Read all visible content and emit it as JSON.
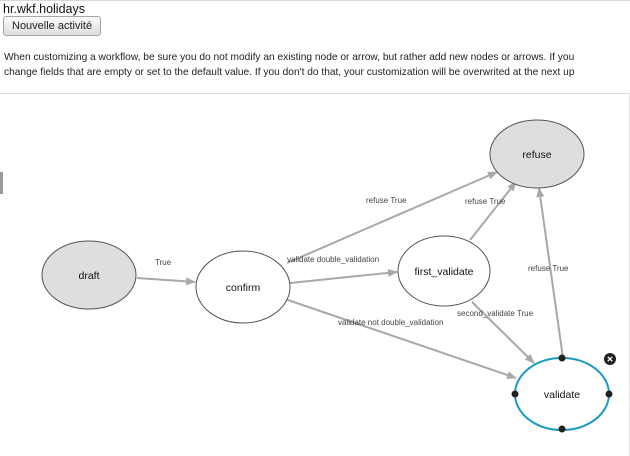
{
  "workflow": {
    "title": "hr.wkf.holidays",
    "new_activity_label": "Nouvelle activité"
  },
  "help": {
    "line1": "When customizing a workflow, be sure you do not modify an existing node or arrow, but rather add new nodes or arrows. If you",
    "line2": "change fields that are empty or set to the default value. If you don't do that, your customization will be overwrited at the next up"
  },
  "nodes": {
    "draft": "draft",
    "confirm": "confirm",
    "first_validate": "first_validate",
    "refuse": "refuse",
    "validate": "validate"
  },
  "edges": {
    "draft_confirm": "True",
    "confirm_refuse": "refuse True",
    "confirm_first_validate": "validate double_validation",
    "first_validate_refuse": "refuse True",
    "first_validate_validate": "second_validate True",
    "confirm_validate": "validate not double_validation",
    "validate_refuse": "refuse True"
  },
  "colors": {
    "start_node_fill": "#dedede",
    "node_fill": "#ffffff",
    "selected_outline": "#1a9bc0",
    "arrow": "#a8a8a8"
  },
  "icons": {
    "close": "close-icon"
  }
}
